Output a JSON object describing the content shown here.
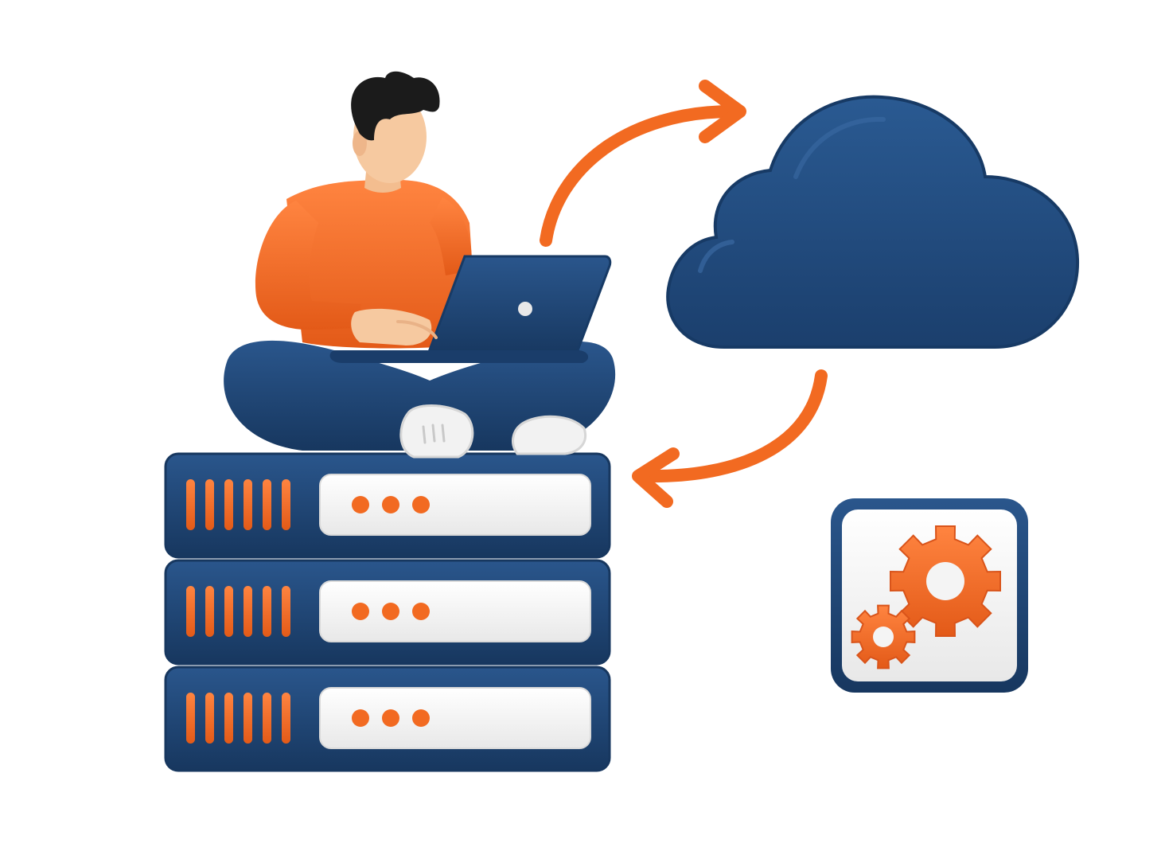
{
  "illustration": {
    "subjects": [
      "person-with-laptop",
      "server-stack",
      "cloud",
      "sync-arrows",
      "settings-gears-tile"
    ],
    "server_units": 3,
    "server_vent_slots_per_unit": 6,
    "server_indicator_dots_per_unit": 3,
    "gear_count": 2
  },
  "colors": {
    "background": "#ffffff",
    "navy": "#1f4576",
    "navy_dark": "#17375f",
    "orange": "#f26a21",
    "orange_dark": "#d9541a",
    "panel_white": "#f4f4f4",
    "skin": "#f6c9a0",
    "hair": "#1b1b1b",
    "shoe": "#f2f2f2"
  }
}
